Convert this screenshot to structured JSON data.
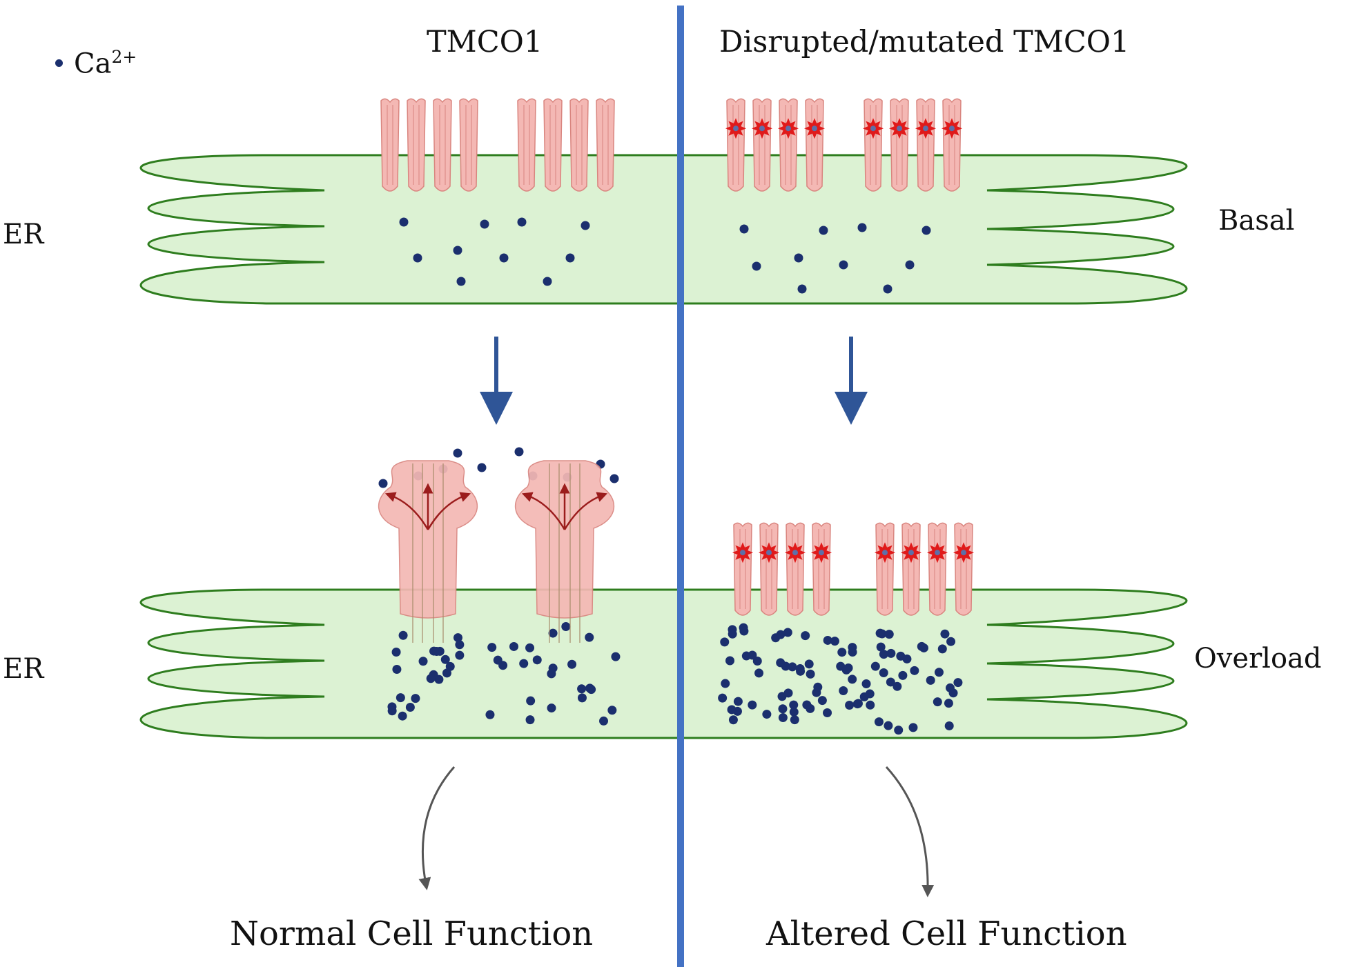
{
  "legend": {
    "ion": "Ca",
    "charge": "2+"
  },
  "panels": {
    "left_title": "TMCO1",
    "right_title": "Disrupted/mutated TMCO1"
  },
  "labels": {
    "er_top": "ER",
    "er_bottom": "ER",
    "basal": "Basal",
    "overload": "Overload"
  },
  "outcomes": {
    "left": "Normal Cell Function",
    "right": "Altered Cell Function"
  },
  "colors": {
    "er_fill": "#dcf2d3",
    "er_stroke": "#2e7d1e",
    "protein_fill": "#f4b8b4",
    "protein_stroke": "#d9857f",
    "mutation": "#e01a1a",
    "calcium": "#1b2f6e",
    "divider": "#4472c4",
    "flow_arrow": "#2f5597",
    "release_arrow": "#9b1c1c",
    "outcome_arrow": "#555555"
  },
  "icons": [
    "calcium-ion-icon",
    "tmco1-protein-icon",
    "mutation-star-icon",
    "open-channel-icon"
  ]
}
